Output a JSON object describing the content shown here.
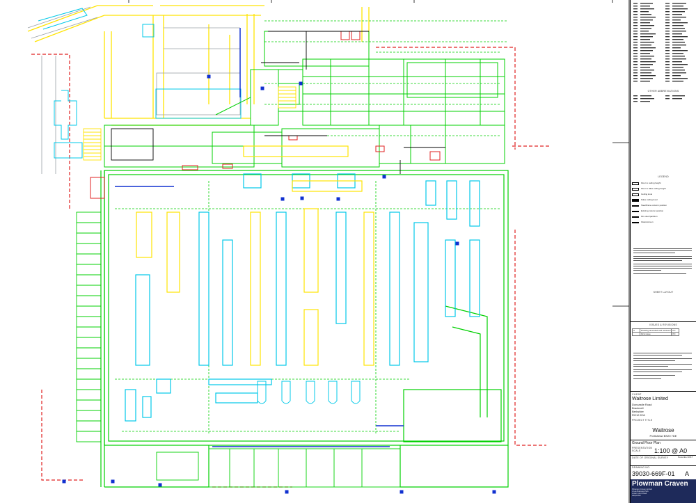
{
  "title_block": {
    "other_abbreviations_heading": "OTHER ABBREVIATIONS",
    "legend_heading": "LEGEND",
    "legend_items": [
      "Floor to ceiling height",
      "Floor to false ceiling height",
      "Ceiling level",
      "False ceiling level",
      "Steel/frame column position",
      "Existing column position",
      "Fire door/partition",
      "Glass/screen"
    ],
    "sheet_layout_label": "SHEET LAYOUT",
    "issues_heading": "ISSUES & REVISIONS",
    "revisions": [
      {
        "rev": "A",
        "desc": "Drawing amended and reissued",
        "by": "PC"
      },
      {
        "rev": "",
        "desc": "First issue",
        "by": "PC"
      }
    ],
    "client_label": "CLIENT",
    "client_name": "Waitrose Limited",
    "client_address": [
      "Doncastle Road",
      "Bracknell",
      "Berkshire",
      "RG12 8YA"
    ],
    "project_label": "PROJECT TITLE",
    "project_name": "Waitrose",
    "project_address": "Portishead BS20 7DE",
    "sheet_title": "Ground Floor Plan",
    "scale_label": "PRESENTATION SCALE",
    "scale_value": "1:100 @ A0",
    "survey_date_label": "DATE OF ORIGINAL SURVEY",
    "survey_date": "November 2017",
    "drawing_no_label": "DRAWING No.",
    "drawing_no": "39030-669F-01",
    "revision": "A",
    "logo_name": "Plowman Craven",
    "logo_lines": [
      "Plowman Craven Limited",
      "2 Lea Business Park",
      "Lower Luton Road",
      "Harpenden"
    ]
  }
}
